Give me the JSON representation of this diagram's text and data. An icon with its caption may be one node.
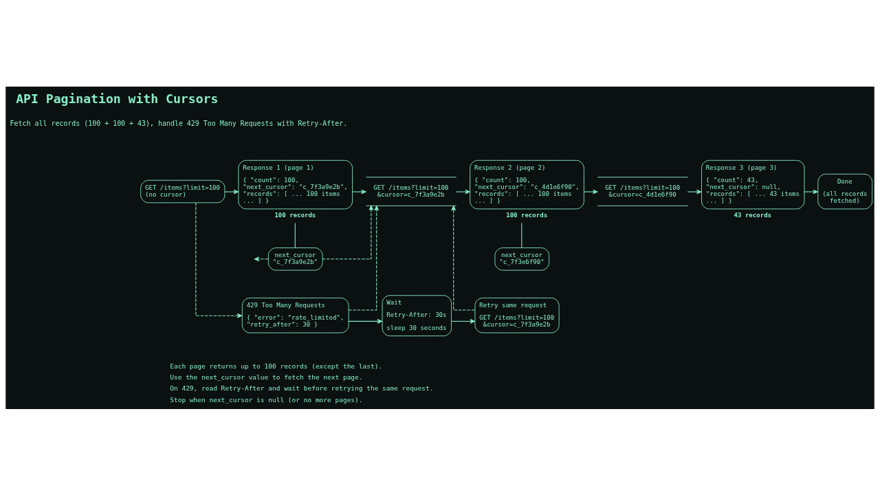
{
  "diagram": {
    "title": "API Pagination with Cursors",
    "nodes": [
      {
        "text": [
          "GET /items?limit=100 (no cursor)"
        ]
      },
      {
        "text": [
          "Response 1 (page 1)",
          "{ \"count\": 100, \"next_cursor\": \"c_7f3a9e2b\", \"records\": [ ... 100 items ... ] }"
        ],
        "beside": [
          "100 records"
        ]
      },
      {
        "text": [
          "GET /items?limit=100 &cursor=c_7f3a9e2b"
        ]
      },
      {
        "text": [
          "Response 2 (page 2)",
          "{ \"count\": 100, \"next_cursor\": \"c_4d1e6f90\", \"records\": [ ... 100 items ... ] }"
        ],
        "beside": [
          "100 records"
        ]
      },
      {
        "text": [
          "GET /items?limit=100 &cursor=c_4d1e6f90"
        ]
      },
      {
        "text": [
          "Response 3 (page 3)",
          "{ \"count\": 43, \"next_cursor\": null, \"records\": [ ... 43 items ... ] }"
        ],
        "beside": [
          "43 records"
        ]
      },
      {
        "text": [
          "Done",
          "(all records fetched)"
        ]
      },
      {
        "text": [
          "next_cursor \"c_7f3a9e2b\""
        ]
      },
      {
        "text": [
          "next_cursor \"c_7f3e6f90\""
        ]
      },
      {
        "text": [
          "429 Too Many Requests",
          "{ \"error\": \"rate_limited\", \"retry_after\": 30 }"
        ]
      },
      {
        "text": [
          "Wait",
          "Retry-After: 30s",
          "sleep 30 seconds"
        ]
      },
      {
        "text": [
          "Retry same request",
          "GET /items?limit=100 &cursor=c_7f3a9e2b"
        ]
      }
    ],
    "edges": [
      {
        "from": 0,
        "to": 1,
        "arrow": "to"
      },
      {
        "from": 1,
        "to": 2,
        "arrow": "to"
      },
      {
        "from": 2,
        "to": 3,
        "arrow": "to"
      },
      {
        "from": 3,
        "to": 4,
        "arrow": "to"
      },
      {
        "from": 4,
        "to": 5,
        "arrow": "to"
      },
      {
        "from": 5,
        "to": 6,
        "arrow": "to"
      },
      {
        "from": 1,
        "to": 7,
        "arrow": "none"
      },
      {
        "from": 3,
        "to": 8,
        "arrow": "none"
      },
      {
        "from": 7,
        "to": 2,
        "arrow": "to",
        "style": "dashed"
      },
      {
        "from": 9,
        "to": 2,
        "arrow": "to",
        "style": "dashed"
      },
      {
        "from": 11,
        "to": 2,
        "arrow": "to",
        "style": "dashed"
      },
      {
        "from": 7,
        "to": null,
        "arrow": "to",
        "style": "dashed"
      },
      {
        "from": 0,
        "to": 9,
        "arrow": "to",
        "style": "dashed"
      },
      {
        "from": 9,
        "to": 10,
        "arrow": "to"
      },
      {
        "from": 10,
        "to": 11,
        "arrow": "to"
      }
    ],
    "labels": [
      "Fetch all records (100 + 100 + 43), handle 429 Too Many Requests with Retry-After.",
      "Each page returns up to 100 records (except the last).",
      "Use the next_cursor value to fetch the next page.",
      "On 429, read Retry-After and wait before retrying the same request.",
      "Stop when next_cursor is null (or no more pages)."
    ]
  }
}
